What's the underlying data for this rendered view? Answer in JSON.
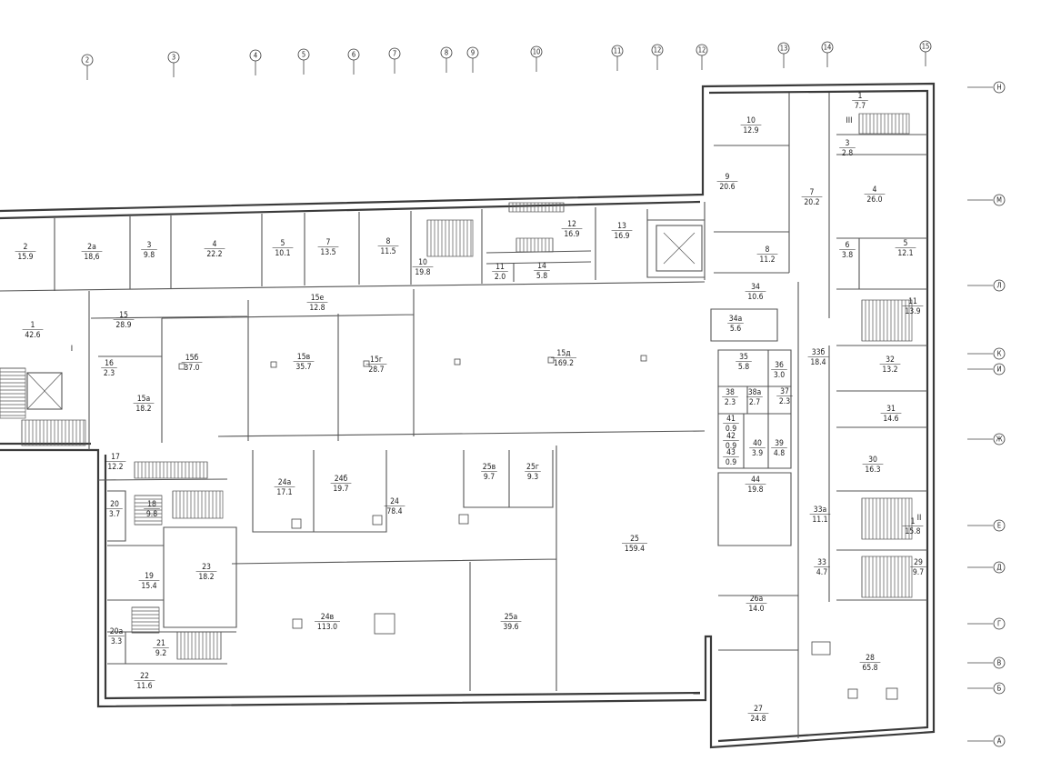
{
  "axes_top": [
    "2",
    "3",
    "4",
    "5",
    "6",
    "7",
    "8",
    "9",
    "10",
    "11",
    "12",
    "12",
    "13",
    "14",
    "15"
  ],
  "axes_right": [
    "Н",
    "М",
    "Л",
    "К",
    "И",
    "Ж",
    "Е",
    "Д",
    "Г",
    "В",
    "Б",
    "А"
  ],
  "sections": [
    "I",
    "II",
    "III"
  ],
  "rooms": [
    {
      "n": "1",
      "a": "7.7"
    },
    {
      "n": "3",
      "a": "2.8"
    },
    {
      "n": "4",
      "a": "26.0"
    },
    {
      "n": "5",
      "a": "12.1"
    },
    {
      "n": "6",
      "a": "3.8"
    },
    {
      "n": "7",
      "a": "20.2"
    },
    {
      "n": "8",
      "a": "11.2"
    },
    {
      "n": "9",
      "a": "20.6"
    },
    {
      "n": "10",
      "a": "12.9"
    },
    {
      "n": "11",
      "a": "13.9"
    },
    {
      "n": "32",
      "a": "13.2"
    },
    {
      "n": "31",
      "a": "14.6"
    },
    {
      "n": "30",
      "a": "16.3"
    },
    {
      "n": "1",
      "a": "15.8"
    },
    {
      "n": "29",
      "a": "9.7"
    },
    {
      "n": "28",
      "a": "65.8"
    },
    {
      "n": "27",
      "a": "24.8"
    },
    {
      "n": "26а",
      "a": "14.0"
    },
    {
      "n": "33",
      "a": "4.7"
    },
    {
      "n": "33а",
      "a": "11.1"
    },
    {
      "n": "33б",
      "a": "18.4"
    },
    {
      "n": "34",
      "a": "10.6"
    },
    {
      "n": "34а",
      "a": "5.6"
    },
    {
      "n": "35",
      "a": "5.8"
    },
    {
      "n": "36",
      "a": "3.0"
    },
    {
      "n": "37",
      "a": "2.3"
    },
    {
      "n": "38",
      "a": "2.3"
    },
    {
      "n": "38а",
      "a": "2.7"
    },
    {
      "n": "41",
      "a": "0.9"
    },
    {
      "n": "42",
      "a": "0.9"
    },
    {
      "n": "43",
      "a": "0.9"
    },
    {
      "n": "40",
      "a": "3.9"
    },
    {
      "n": "39",
      "a": "4.8"
    },
    {
      "n": "44",
      "a": "19.8"
    },
    {
      "n": "25",
      "a": "159.4"
    },
    {
      "n": "25а",
      "a": "39.6"
    },
    {
      "n": "25в",
      "a": "9.7"
    },
    {
      "n": "25г",
      "a": "9.3"
    },
    {
      "n": "24",
      "a": "78.4"
    },
    {
      "n": "24а",
      "a": "17.1"
    },
    {
      "n": "24б",
      "a": "19.7"
    },
    {
      "n": "24в",
      "a": "113.0"
    },
    {
      "n": "22",
      "a": "11.6"
    },
    {
      "n": "21",
      "a": "9.2"
    },
    {
      "n": "20а",
      "a": "3.3"
    },
    {
      "n": "19",
      "a": "15.4"
    },
    {
      "n": "23",
      "a": "18.2"
    },
    {
      "n": "20",
      "a": "3.7"
    },
    {
      "n": "18",
      "a": "9.8"
    },
    {
      "n": "17",
      "a": "12.2"
    },
    {
      "n": "16",
      "a": "2.3"
    },
    {
      "n": "15а",
      "a": "18.2"
    },
    {
      "n": "15",
      "a": "28.9"
    },
    {
      "n": "15б",
      "a": "37.0"
    },
    {
      "n": "15в",
      "a": "35.7"
    },
    {
      "n": "15г",
      "a": "28.7"
    },
    {
      "n": "15д",
      "a": "169.2"
    },
    {
      "n": "15е",
      "a": "12.8"
    },
    {
      "n": "1",
      "a": "42.6"
    },
    {
      "n": "2",
      "a": "15.9"
    },
    {
      "n": "2а",
      "a": "18,6"
    },
    {
      "n": "3",
      "a": "9.8"
    },
    {
      "n": "4",
      "a": "22.2"
    },
    {
      "n": "5",
      "a": "10.1"
    },
    {
      "n": "7",
      "a": "13.5"
    },
    {
      "n": "8",
      "a": "11.5"
    },
    {
      "n": "10",
      "a": "19.8"
    },
    {
      "n": "11",
      "a": "2.0"
    },
    {
      "n": "14",
      "a": "5.8"
    },
    {
      "n": "12",
      "a": "16.9"
    },
    {
      "n": "13",
      "a": "16.9"
    }
  ]
}
